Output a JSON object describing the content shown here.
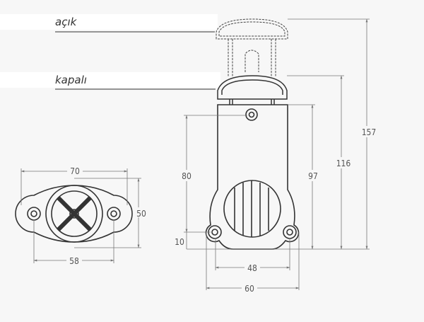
{
  "labels": {
    "open": "açık",
    "closed": "kapalı"
  },
  "dimensions": {
    "flange_width": "70",
    "flange_height": "50",
    "flange_hole_spacing": "58",
    "total_height_open": "157",
    "total_height_closed": "116",
    "body_height": "97",
    "hole_vertical_spacing": "80",
    "hole_offset": "10",
    "bottom_hole_spacing": "48",
    "body_width": "60"
  },
  "colors": {
    "line": "#333333",
    "dim": "#777777",
    "background": "#f7f7f7"
  }
}
